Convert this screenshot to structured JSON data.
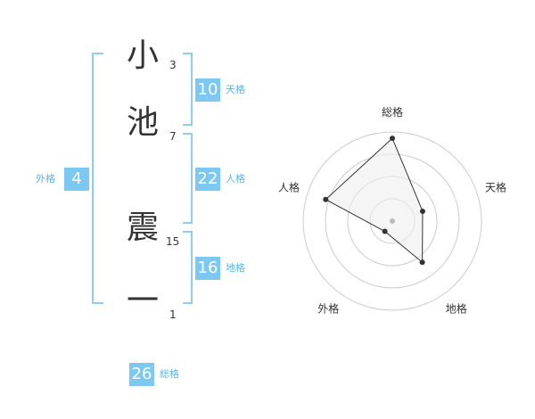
{
  "name": {
    "characters": [
      {
        "char": "小",
        "strokes": "3"
      },
      {
        "char": "池",
        "strokes": "7"
      },
      {
        "char": "震",
        "strokes": "15"
      },
      {
        "char": "一",
        "strokes": "1"
      }
    ]
  },
  "scores": {
    "tenkaku": {
      "value": "10",
      "label": "天格"
    },
    "jinkaku": {
      "value": "22",
      "label": "人格"
    },
    "chikaku": {
      "value": "16",
      "label": "地格"
    },
    "gaikaku": {
      "value": "4",
      "label": "外格"
    },
    "soukaku": {
      "value": "26",
      "label": "総格"
    }
  },
  "colors": {
    "accent": "#7dc8f2",
    "accent_text": "#59b6ea",
    "bracket": "#8ccdf0",
    "grid": "#cccccc",
    "polygon_fill": "#eeeeee",
    "line": "#333333"
  },
  "chart_data": {
    "type": "radar",
    "axes": [
      "総格",
      "天格",
      "地格",
      "外格",
      "人格"
    ],
    "values": [
      26,
      10,
      16,
      4,
      22
    ],
    "grid_rings": 4
  }
}
